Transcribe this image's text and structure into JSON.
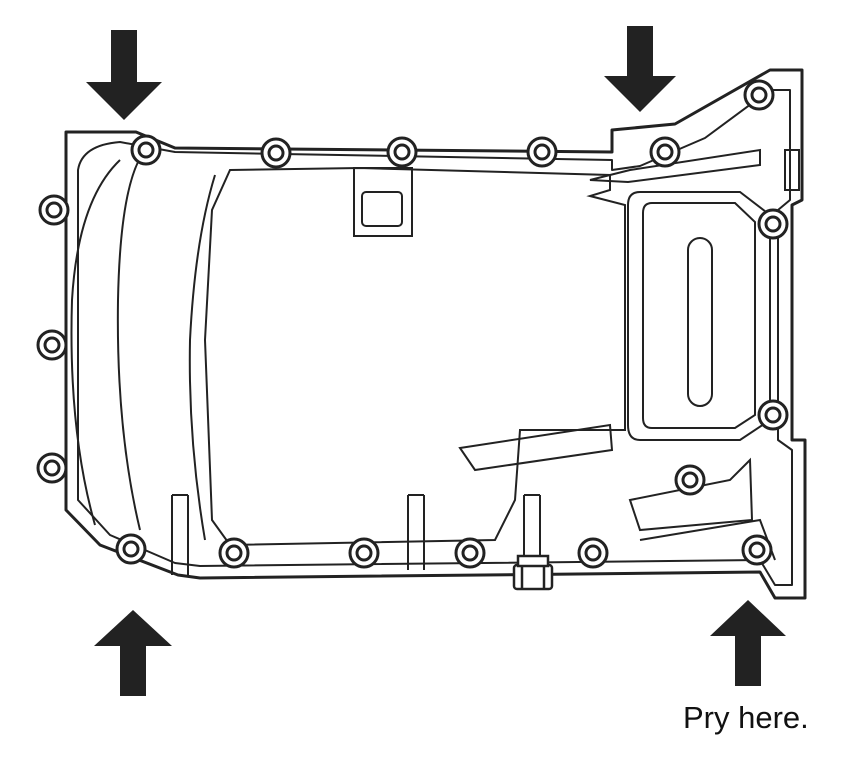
{
  "caption": "Pry here.",
  "colors": {
    "line": "#222222",
    "arrow": "#222222",
    "background": "#ffffff"
  },
  "arrows": [
    {
      "name": "pry-arrow-top-left",
      "direction": "down"
    },
    {
      "name": "pry-arrow-top-right",
      "direction": "down"
    },
    {
      "name": "pry-arrow-bottom-left",
      "direction": "up"
    },
    {
      "name": "pry-arrow-bottom-right",
      "direction": "up"
    }
  ]
}
